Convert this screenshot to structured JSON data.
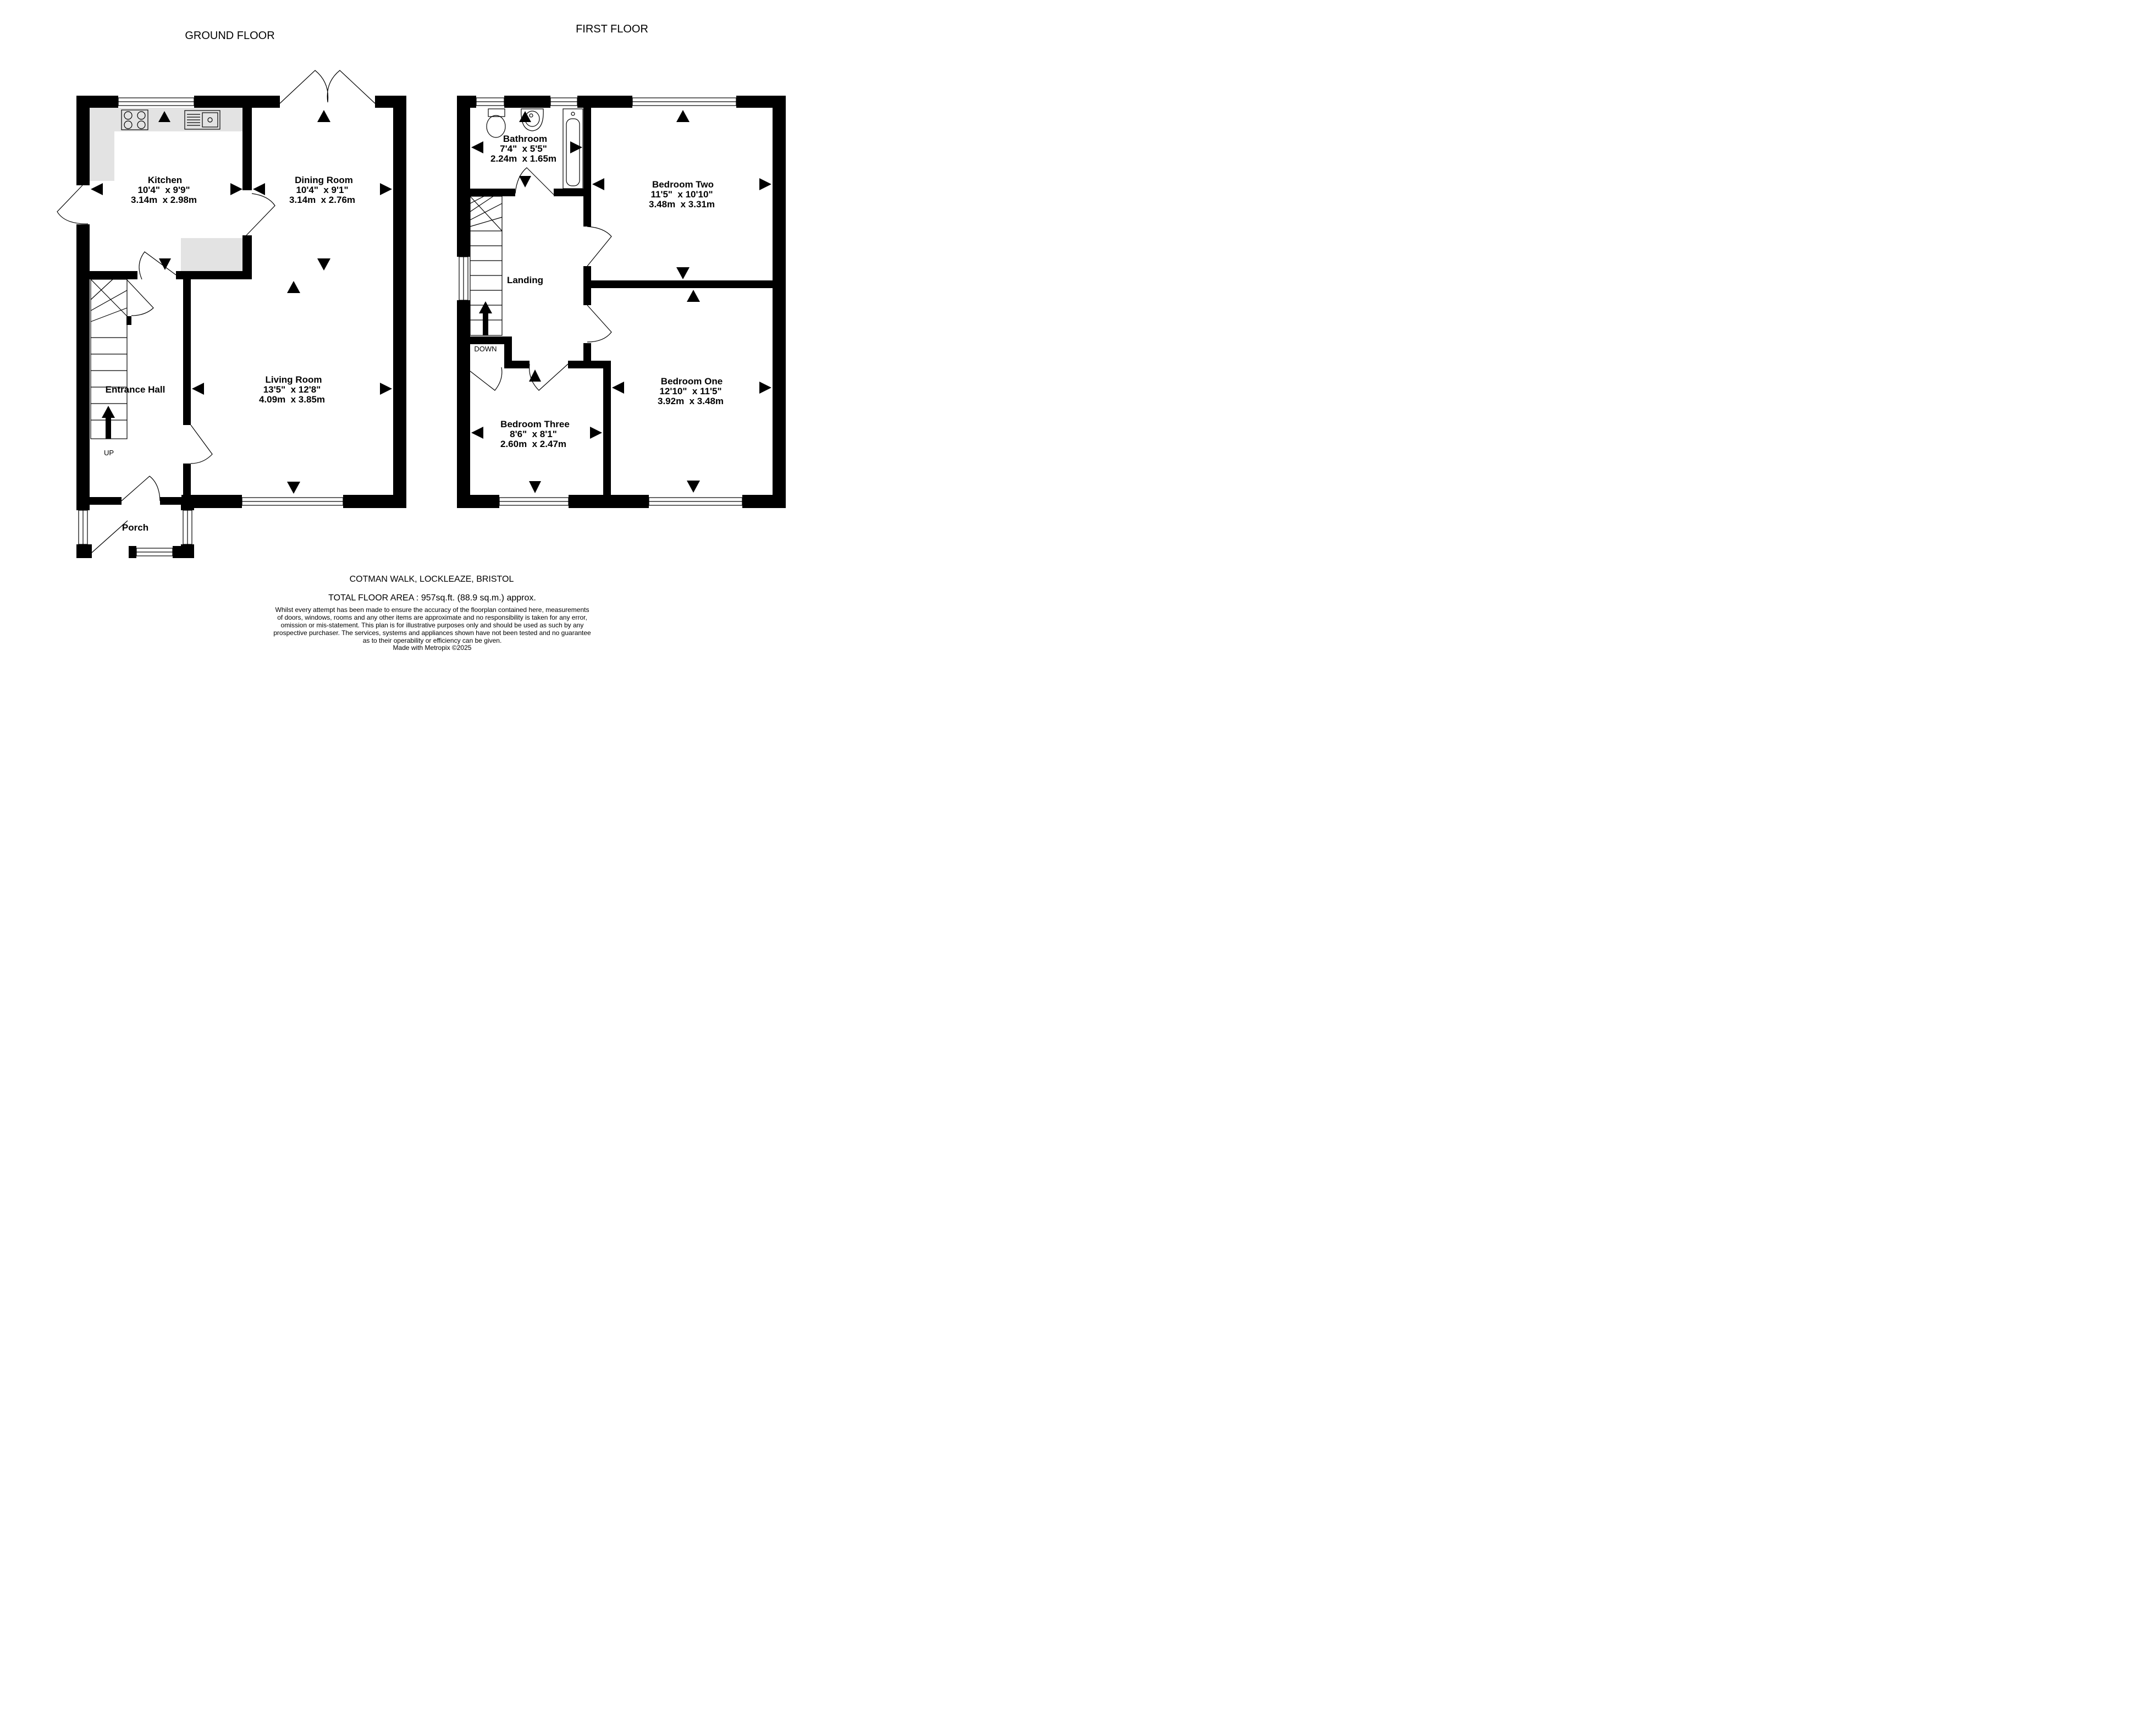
{
  "floors": [
    {
      "title": "GROUND FLOOR"
    },
    {
      "title": "FIRST FLOOR"
    }
  ],
  "rooms": {
    "kitchen": {
      "name": "Kitchen",
      "imperial": "10'4\"  x 9'9\"",
      "metric": "3.14m  x 2.98m"
    },
    "dining_room": {
      "name": "Dining Room",
      "imperial": "10'4\"  x 9'1\"",
      "metric": "3.14m  x 2.76m"
    },
    "living_room": {
      "name": "Living Room",
      "imperial": "13'5\"  x 12'8\"",
      "metric": "4.09m  x 3.85m"
    },
    "entrance_hall": {
      "name": "Entrance Hall"
    },
    "porch": {
      "name": "Porch"
    },
    "bathroom": {
      "name": "Bathroom",
      "imperial": "7'4\"  x 5'5\"",
      "metric": "2.24m  x 1.65m"
    },
    "bedroom_two": {
      "name": "Bedroom Two",
      "imperial": "11'5\"  x 10'10\"",
      "metric": "3.48m  x 3.31m"
    },
    "landing": {
      "name": "Landing"
    },
    "bedroom_three": {
      "name": "Bedroom Three",
      "imperial": "8'6\"  x 8'1\"",
      "metric": "2.60m  x 2.47m"
    },
    "bedroom_one": {
      "name": "Bedroom One",
      "imperial": "12'10\"  x 11'5\"",
      "metric": "3.92m  x 3.48m"
    }
  },
  "stair_labels": {
    "up": "UP",
    "down": "DOWN"
  },
  "footer": {
    "address": "COTMAN WALK, LOCKLEAZE, BRISTOL",
    "total_area": "TOTAL FLOOR AREA : 957sq.ft. (88.9 sq.m.) approx.",
    "disclaimer_lines": [
      "Whilst every attempt has been made to ensure the accuracy of the floorplan contained here, measurements",
      "of doors, windows, rooms and any other items are approximate and no responsibility is taken for any error,",
      "omission or mis-statement. This plan is for illustrative purposes only and should be used as such by any",
      "prospective purchaser. The services, systems and appliances shown have not been tested and no guarantee",
      "as to their operability or efficiency can be given."
    ],
    "credit": "Made with Metropix ©2025"
  }
}
